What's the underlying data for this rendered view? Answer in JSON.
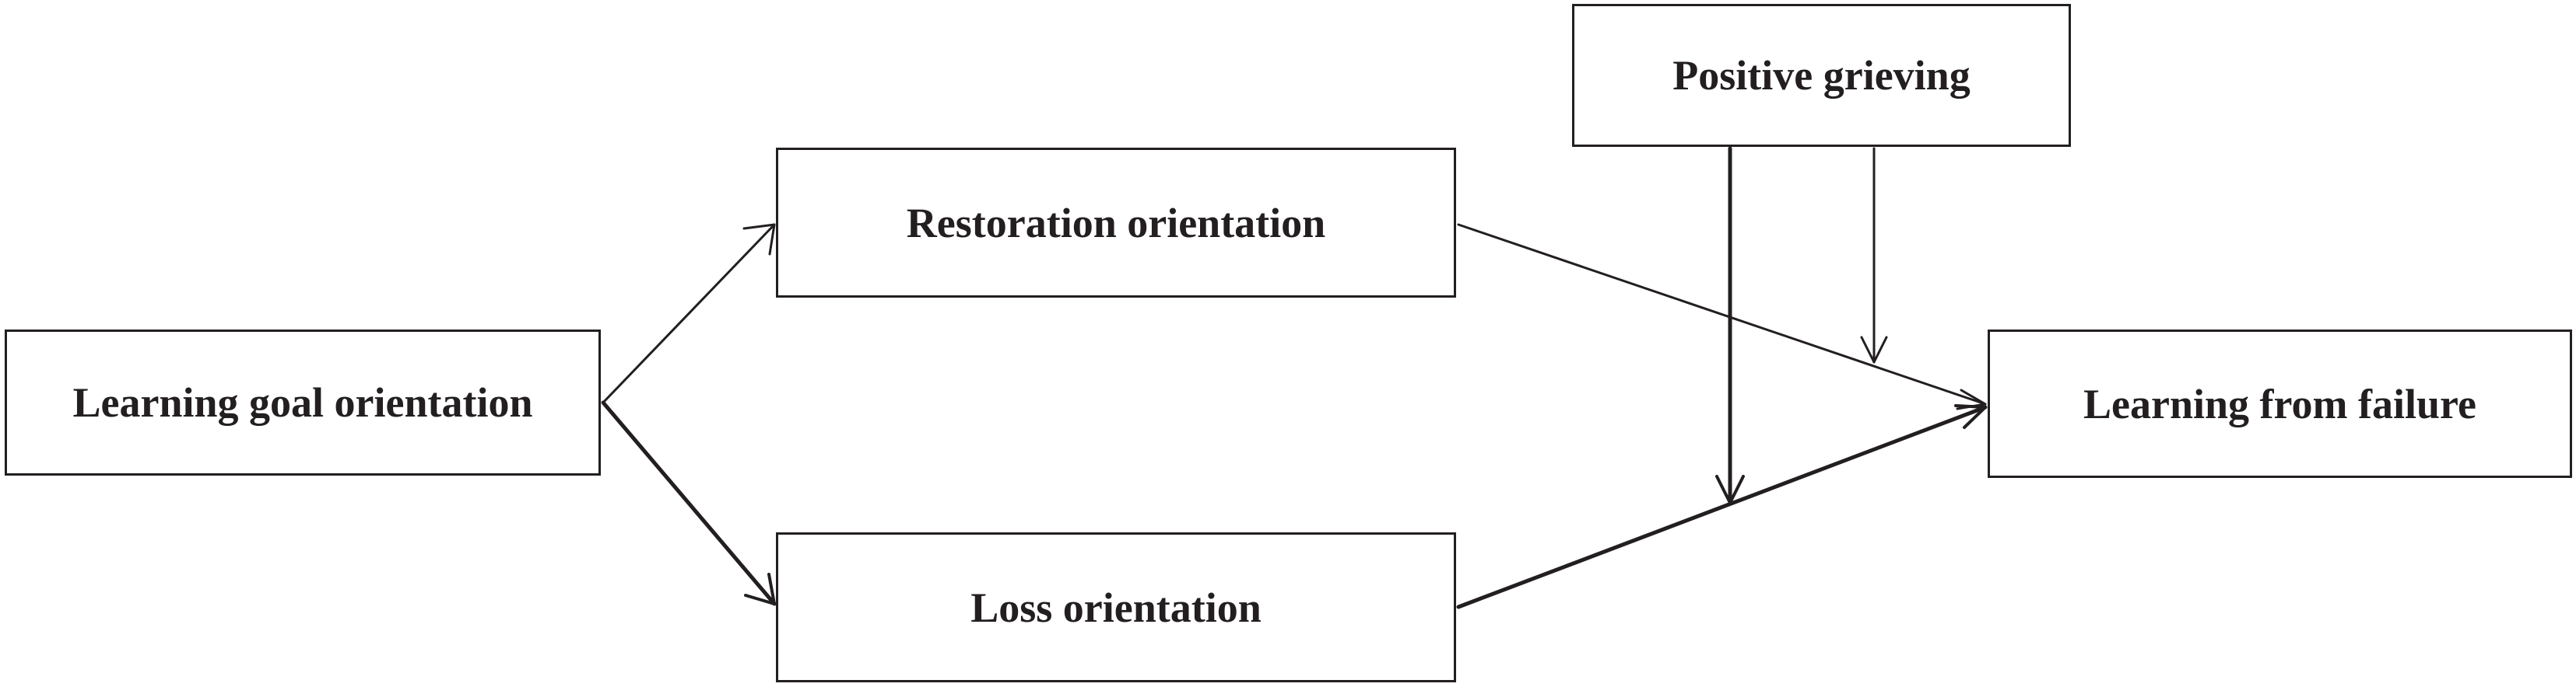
{
  "diagram": {
    "nodes": {
      "learning_goal_orientation": "Learning goal orientation",
      "restoration_orientation": "Restoration orientation",
      "loss_orientation": "Loss orientation",
      "positive_grieving": "Positive grieving",
      "learning_from_failure": "Learning from failure"
    },
    "edges": [
      {
        "from": "Learning goal orientation",
        "to": "Restoration orientation",
        "type": "arrow"
      },
      {
        "from": "Learning goal orientation",
        "to": "Loss orientation",
        "type": "arrow"
      },
      {
        "from": "Restoration orientation",
        "to": "Learning from failure",
        "type": "arrow"
      },
      {
        "from": "Loss orientation",
        "to": "Learning from failure",
        "type": "arrow"
      },
      {
        "from": "Positive grieving",
        "to": "Restoration orientation → Learning from failure",
        "type": "moderation"
      },
      {
        "from": "Positive grieving",
        "to": "Loss orientation → Learning from failure",
        "type": "moderation"
      }
    ],
    "colors": {
      "line": "#231f20",
      "box_fill": "#ffffff",
      "background": "#ffffff"
    }
  }
}
